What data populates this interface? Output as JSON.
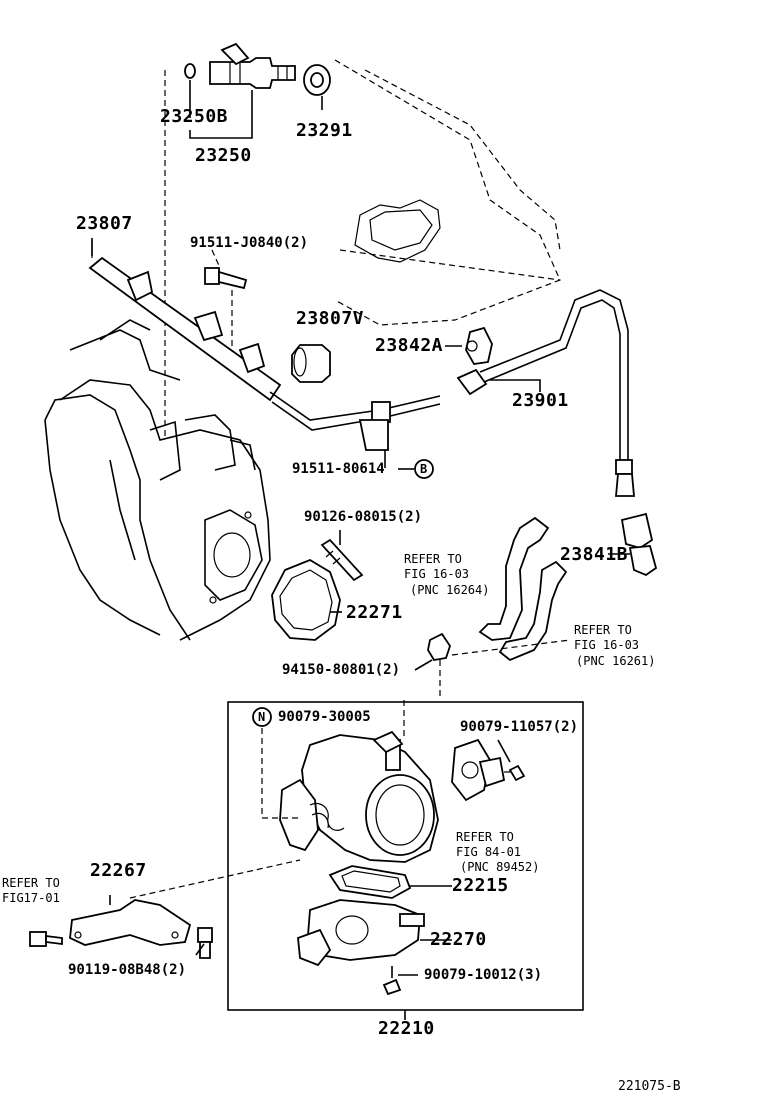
{
  "parts": {
    "p23250B": "23250B",
    "p23250": "23250",
    "p23291": "23291",
    "p23807": "23807",
    "p91511_J0840": "91511-J0840(2)",
    "p23807V": "23807V",
    "p23842A": "23842A",
    "p23901": "23901",
    "p91511_80614": "91511-80614",
    "badge_b": "B",
    "p90126_08015": "90126-08015(2)",
    "p22271": "22271",
    "p94150_80801": "94150-80801(2)",
    "p23841B": "23841B",
    "badge_n": "N",
    "p90079_30005": "90079-30005",
    "p90079_11057": "90079-11057(2)",
    "p22267": "22267",
    "p22215": "22215",
    "p22270": "22270",
    "p90119_08B48": "90119-08B48(2)",
    "p90079_10012": "90079-10012(3)",
    "p22210": "22210"
  },
  "refs": {
    "r1_l1": "REFER TO",
    "r1_l2": "FIG 16-03",
    "r1_l3": "(PNC 16264)",
    "r2_l1": "REFER TO",
    "r2_l2": "FIG 16-03",
    "r2_l3": "(PNC 16261)",
    "r3_l1": "REFER TO",
    "r3_l2": "FIG 84-01",
    "r3_l3": "(PNC 89452)",
    "r4_l1": "REFER TO",
    "r4_l2": "FIG17-01"
  },
  "footer": {
    "figure_code": "221075-B"
  }
}
